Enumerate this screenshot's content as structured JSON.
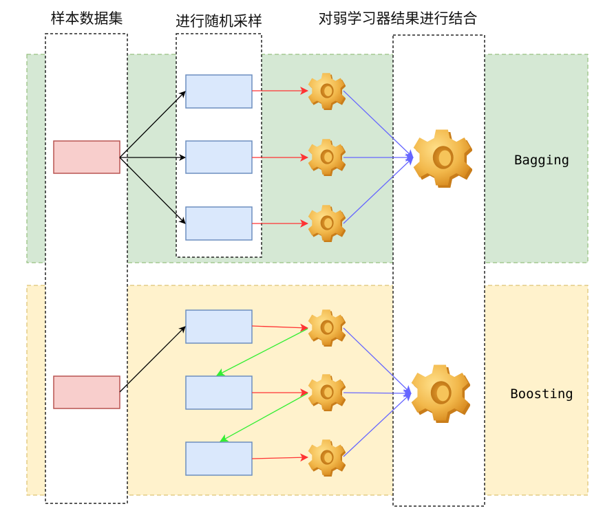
{
  "headers": {
    "dataset": "样本数据集",
    "sampling": "进行随机采样",
    "combine": "对弱学习器结果进行结合"
  },
  "bands": {
    "bagging": {
      "label": "Bagging",
      "fill": "#d5e8d4",
      "stroke": "#82b366"
    },
    "boosting": {
      "label": "Boosting",
      "fill": "#fff2cc",
      "stroke": "#d6b656"
    }
  },
  "colors": {
    "dataset_box_fill": "#f8cecc",
    "dataset_box_stroke": "#b85450",
    "sample_box_fill": "#dae8fc",
    "sample_box_stroke": "#6c8ebf",
    "arrow_sample": "#000000",
    "arrow_learner": "#ff3333",
    "arrow_combine": "#6666ff",
    "arrow_boost": "#33ee33",
    "gear": "#f0b64a"
  },
  "icons": {
    "weak_learner": "gear-icon",
    "strong_learner": "gear-icon"
  }
}
